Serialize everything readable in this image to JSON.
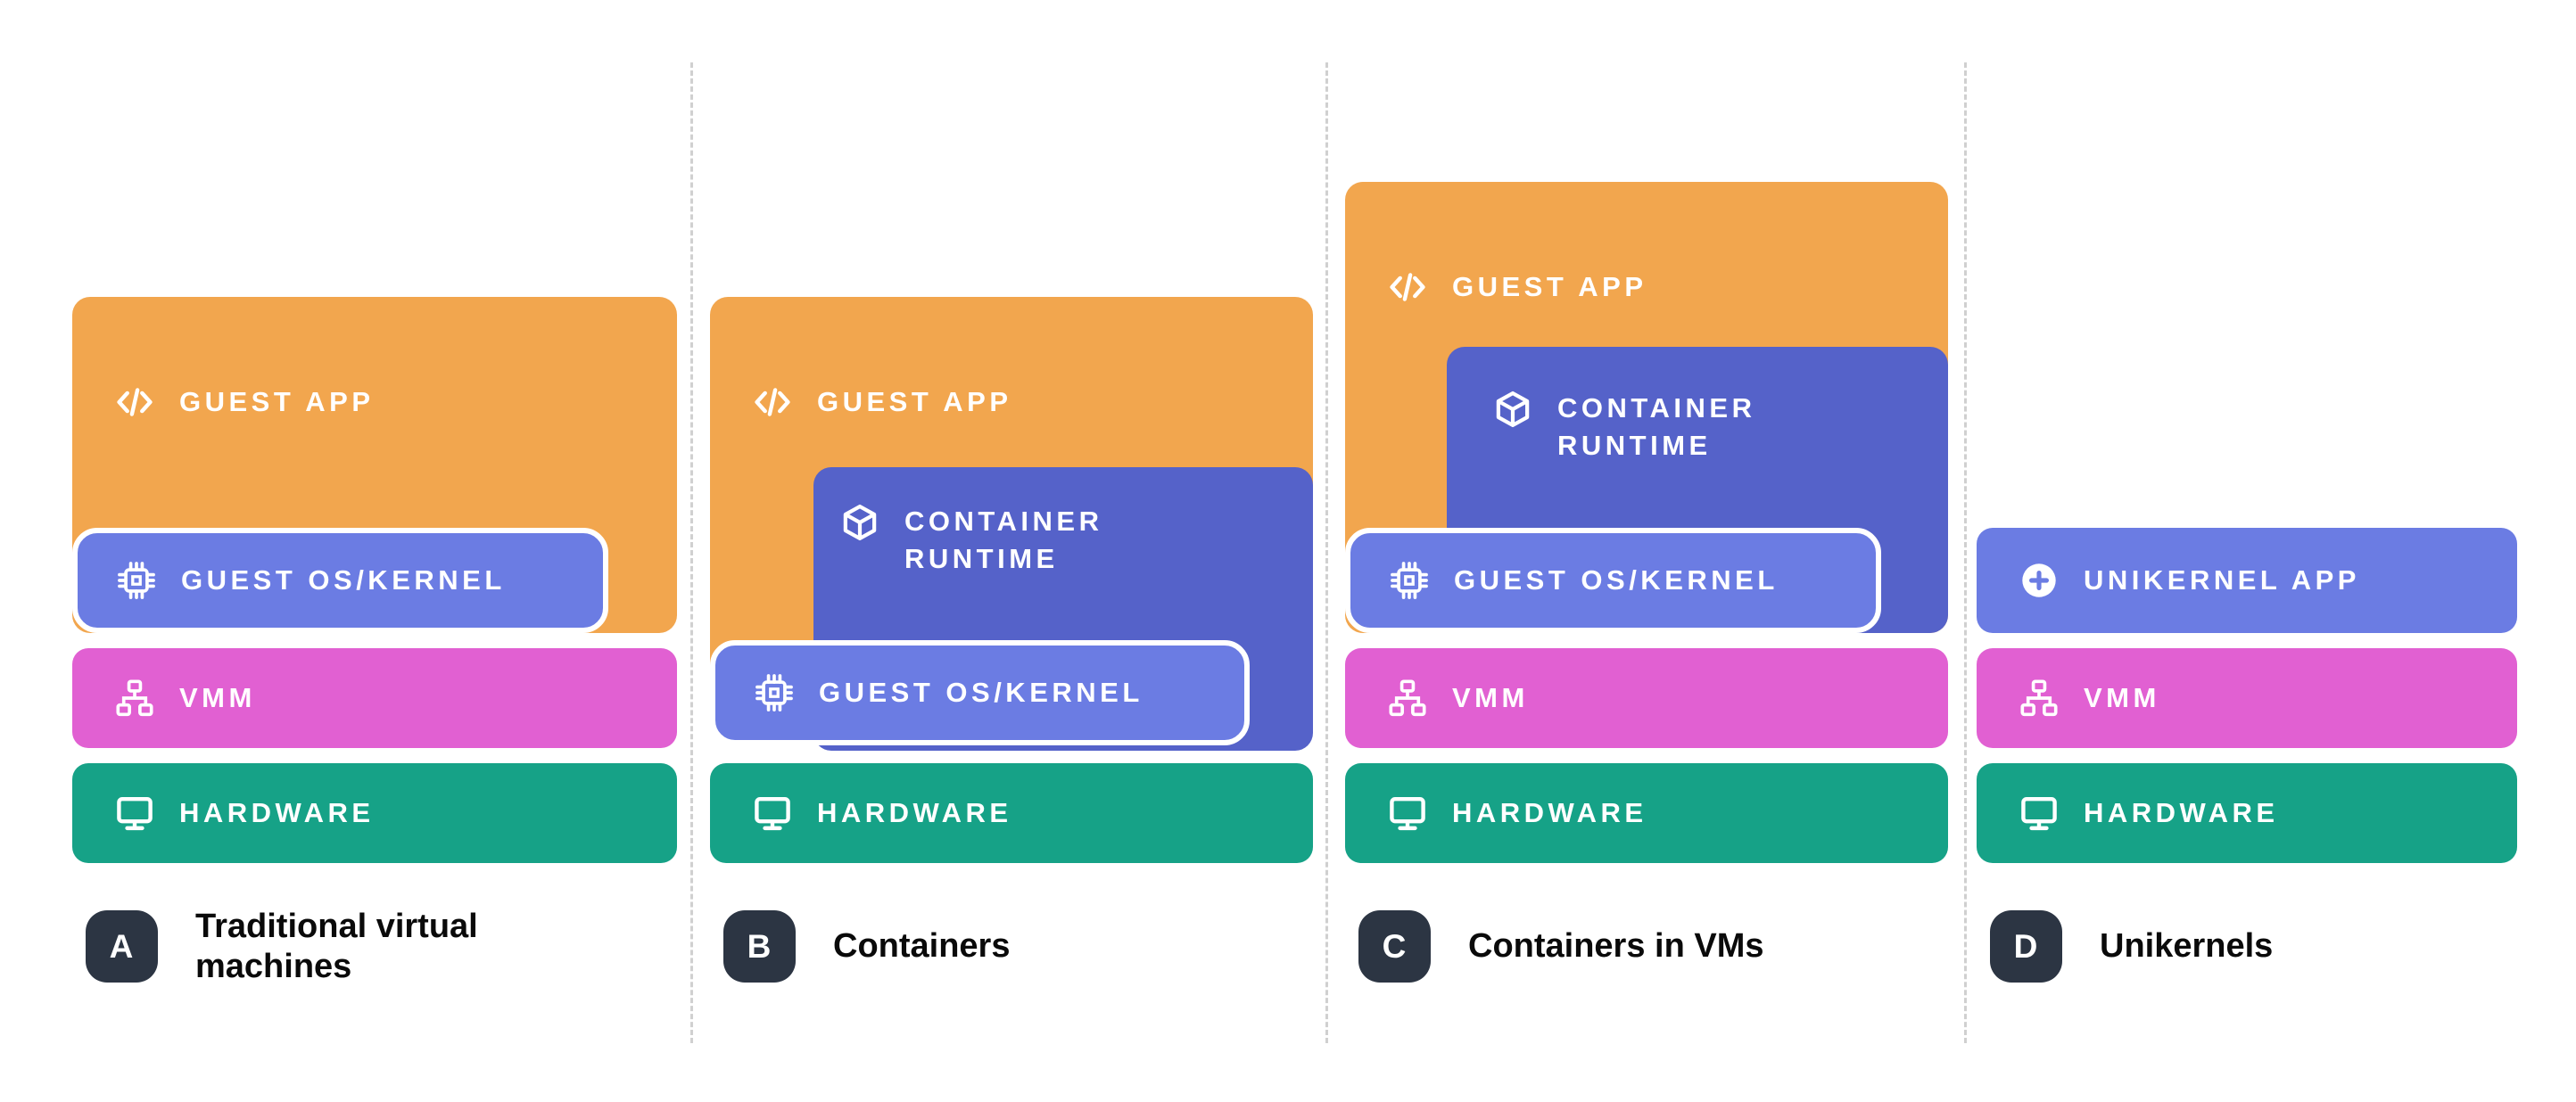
{
  "block_labels": {
    "guest_app": "GUEST APP",
    "guest_os_kernel": "GUEST OS/KERNEL",
    "container_runtime": "CONTAINER RUNTIME",
    "vmm": "VMM",
    "hardware": "HARDWARE",
    "unikernel_app": "UNIKERNEL APP"
  },
  "columns": [
    {
      "badge": "A",
      "caption": "Traditional virtual machines"
    },
    {
      "badge": "B",
      "caption": "Containers"
    },
    {
      "badge": "C",
      "caption": "Containers in VMs"
    },
    {
      "badge": "D",
      "caption": "Unikernels"
    }
  ],
  "icons": {
    "guest_app": "code-icon",
    "guest_os_kernel": "chip-icon",
    "container_runtime": "cube-icon",
    "vmm": "sitemap-icon",
    "hardware": "monitor-icon",
    "unikernel_app": "plus-badge-icon"
  },
  "colors": {
    "guest_app": "#F2A64E",
    "guest_os_kernel": "#6B7CE3",
    "container_runtime": "#5562C9",
    "vmm": "#E160D2",
    "hardware": "#16A287",
    "badge_bg": "#2C3543",
    "divider": "#D0D0D0",
    "background": "#FFFFFF",
    "caption_text": "#0A0A0A",
    "block_text": "#FFFFFF"
  }
}
